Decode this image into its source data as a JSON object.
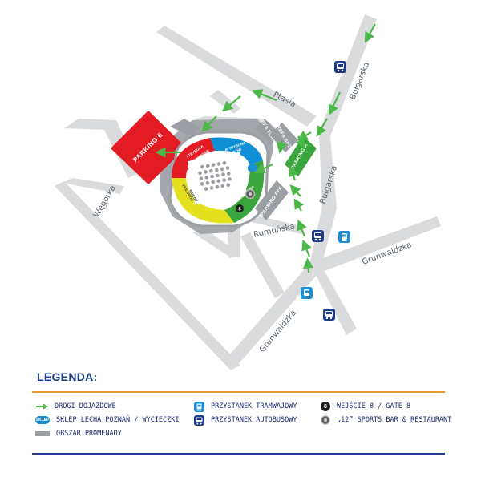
{
  "map": {
    "streets": {
      "ptasia": "Ptasia",
      "bulgarska_north": "Bułgarska",
      "bulgarska_south": "Bułgarska",
      "wegorka": "Węgorka",
      "rumunska": "Rumuńska",
      "grunwaldzka_east": "Grunwaldzka",
      "grunwaldzka_south": "Grunwaldzka"
    },
    "parkings": {
      "e": "PARKING E",
      "a": "PARKING A",
      "ffa": "PARKING FFF",
      "strefa_sports": "STREFA SPORTS",
      "strefa_tramwaj": "STREFA TRAMWAJ"
    },
    "stadium": {
      "red_top": "I TRYBUNA",
      "red_sub": "KLUBOWA",
      "blue_top": "III TRYBUNA",
      "blue_sub": "KIBICÓW",
      "green_top": "IV TRYBUNA",
      "green_sub": "RODZINNA",
      "yellow_top": "MOCNY",
      "yellow_sub": "VIOLENTNI",
      "gate": "8"
    }
  },
  "legend": {
    "title": "LEGENDA:",
    "items": {
      "access_roads": "DROGI DOJAZDOWE",
      "shop": "SKLEP LECHA POZNAŃ / WYCIECZKI",
      "shop_badge": "SKLEP",
      "promenade": "OBSZAR PROMENADY",
      "tram": "PRZYSTANEK TRAMWAJOWY",
      "bus": "PRZYSTANEK AUTOBUSOWY",
      "gate": "WEJŚCIE 8 / GATE 8",
      "gate_badge": "8",
      "bar": "„12” SPORTS BAR & RESTAURANT"
    }
  },
  "colors": {
    "road": "#d9dbdd",
    "arrow": "#4cb848",
    "parking_red": "#e31b23",
    "parking_green": "#3aa53c",
    "promenade": "#9b9fa3",
    "blue_stand": "#0f8fd6",
    "navy": "#1f3c8c",
    "orange_rule": "#e89a2a"
  },
  "icons": {
    "arrow": "green-arrow-icon",
    "tram": "tram-icon",
    "bus": "bus-icon",
    "gate": "gate-number-icon",
    "bar": "sports-bar-icon",
    "shop": "shop-badge-icon"
  }
}
